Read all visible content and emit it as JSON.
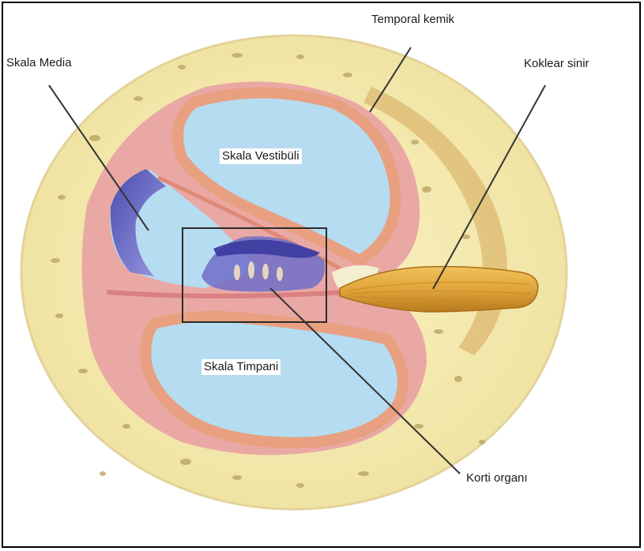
{
  "labels": {
    "skala_media": "Skala Media",
    "temporal_kemik": "Temporal kemik",
    "koklear_sinir": "Koklear sinir",
    "skala_vestibuli": "Skala Vestibüli",
    "skala_timpani": "Skala Timpani",
    "korti_organi": "Korti organı"
  },
  "colors": {
    "bone": "#f3eab0",
    "bone_edge": "#d9c98a",
    "bone_spots": "#b8a060",
    "wall_pink": "#e9a0a0",
    "wall_salmon": "#e8a080",
    "fluid_blue": "#b5dcf0",
    "media_purple": "#6f6fc8",
    "nerve": "#e0a53c",
    "leader": "#333333"
  }
}
